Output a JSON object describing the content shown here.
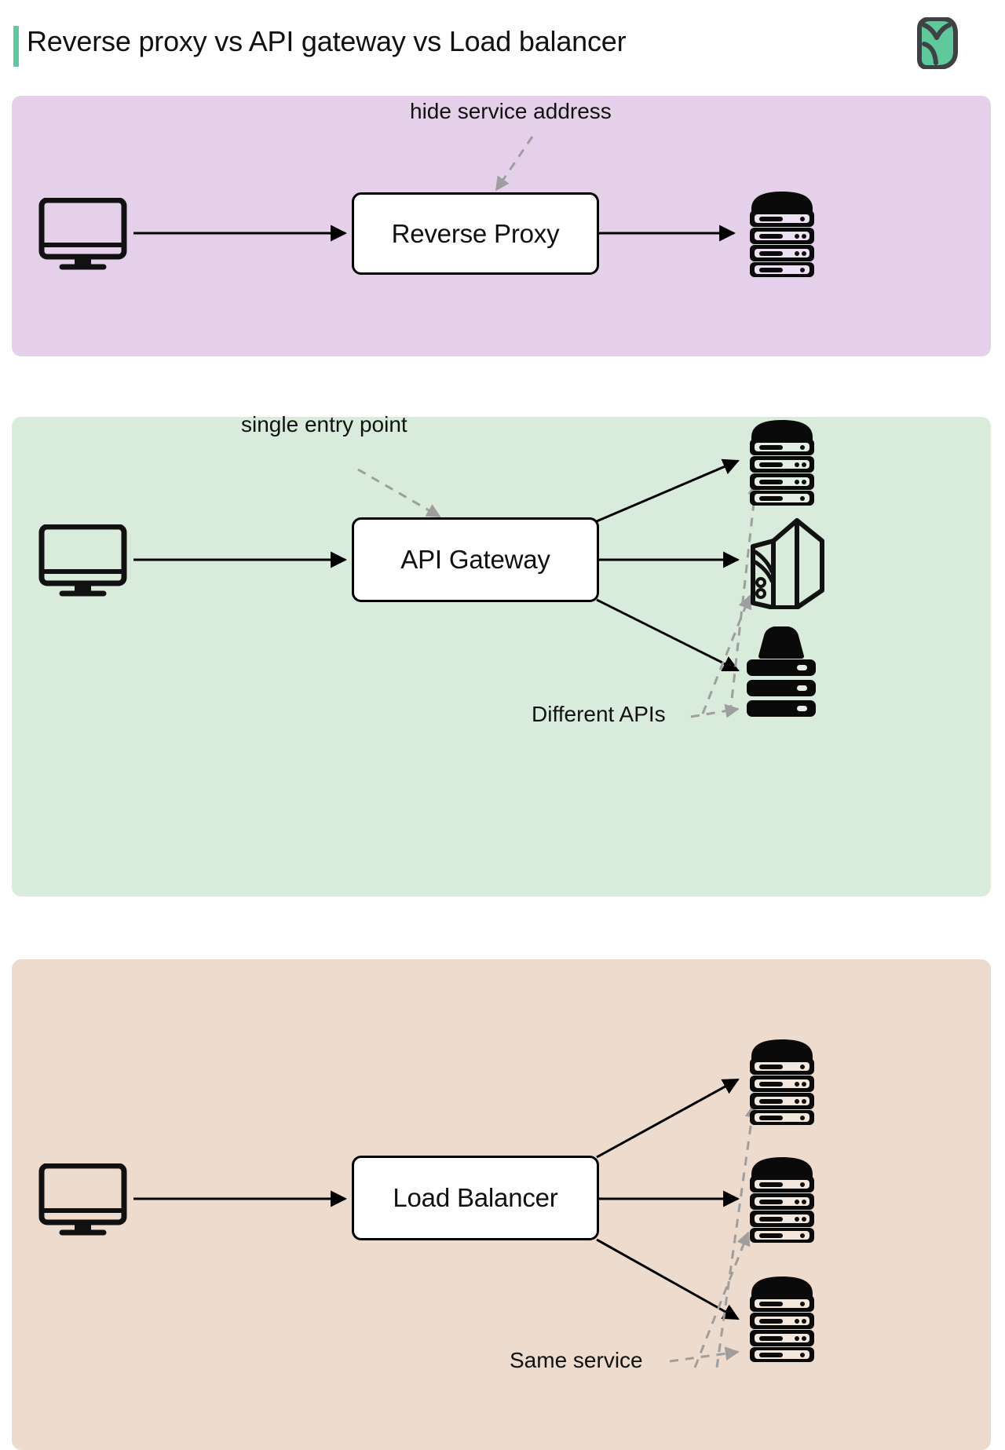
{
  "header": {
    "title": "Reverse proxy vs API gateway vs Load balancer",
    "accent_color": "#5ec99a",
    "logo_name": "brand-logo"
  },
  "colors": {
    "panel_proxy_bg": "#e5d0ea",
    "panel_gateway_bg": "#d9ebdb",
    "panel_lb_bg": "#eddcce",
    "node_fill": "#ffffff",
    "stroke": "#000000",
    "dashed_stroke": "#9e9e9e",
    "accent": "#5ec99a"
  },
  "sections": [
    {
      "id": "reverse-proxy",
      "node_label": "Reverse Proxy",
      "annotation": "hide service address",
      "client_icon": "monitor-icon",
      "targets": [
        "rack-server-icon"
      ]
    },
    {
      "id": "api-gateway",
      "node_label": "API Gateway",
      "annotation_top": "single entry point",
      "annotation_bottom": "Different APIs",
      "client_icon": "monitor-icon",
      "targets": [
        "rack-server-icon",
        "tower-server-icon",
        "nas-server-icon"
      ]
    },
    {
      "id": "load-balancer",
      "node_label": "Load Balancer",
      "annotation_bottom": "Same service",
      "client_icon": "monitor-icon",
      "targets": [
        "rack-server-icon",
        "rack-server-icon",
        "rack-server-icon"
      ]
    }
  ]
}
